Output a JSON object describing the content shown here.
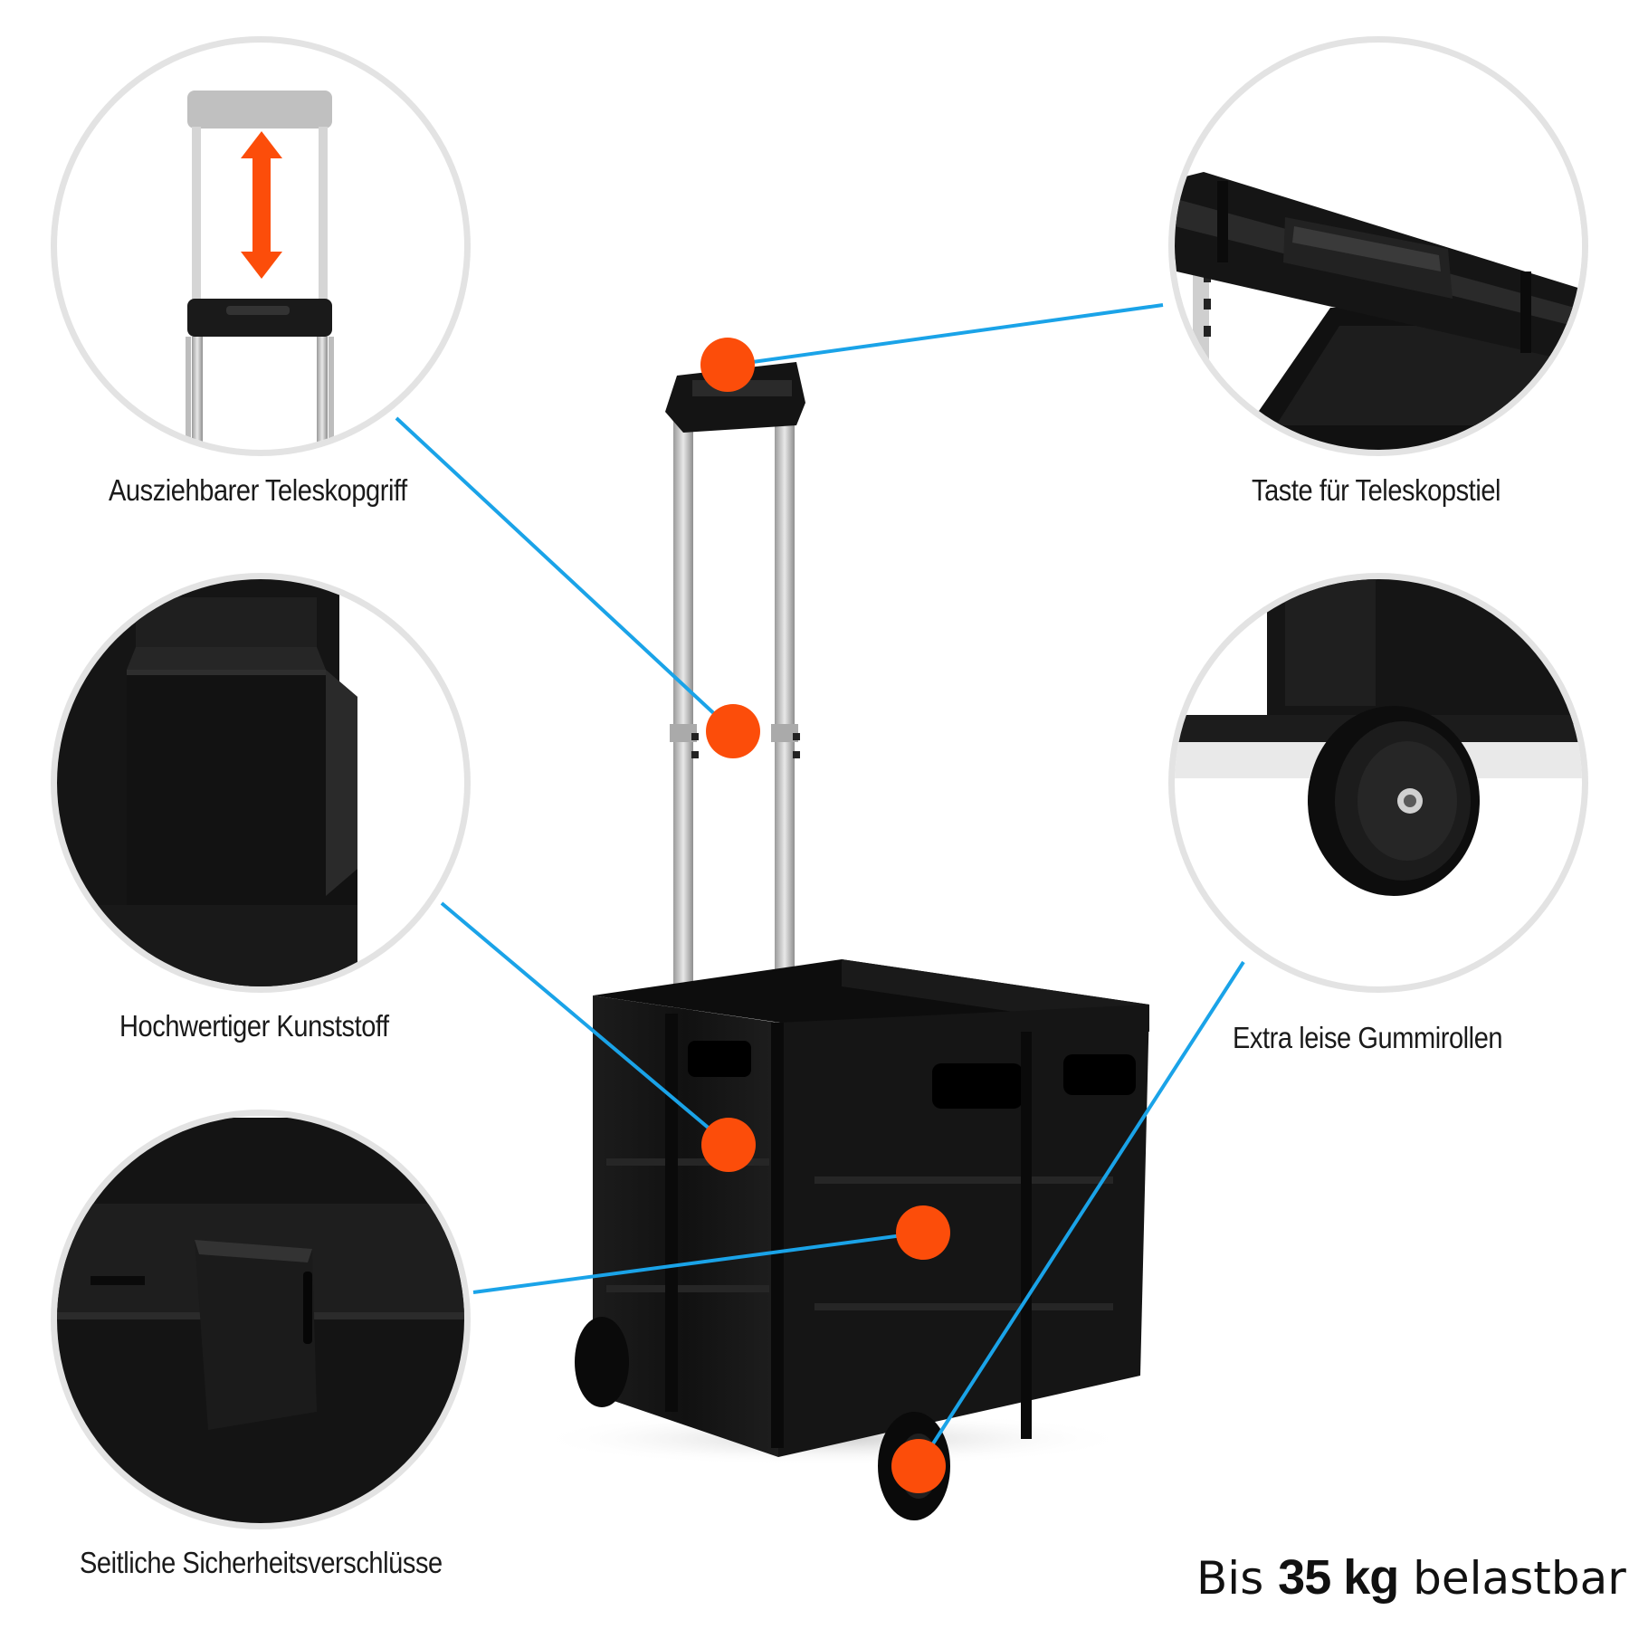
{
  "features": {
    "telescopic_handle": "Ausziehbarer Teleskopgriff",
    "telescope_button": "Taste für Teleskopstiel",
    "quality_plastic": "Hochwertiger Kunststoff",
    "rubber_wheels": "Extra leise Gummirollen",
    "side_locks": "Seitliche Sicherheitsverschlüsse"
  },
  "capacity": {
    "prefix": "Bis",
    "value": "35 kg",
    "suffix": "belastbar"
  },
  "colors": {
    "accent_dot": "#fc4d0a",
    "connector_line": "#1aa3e8",
    "circle_ring": "#e3e3e3",
    "product_body": "#151515"
  }
}
